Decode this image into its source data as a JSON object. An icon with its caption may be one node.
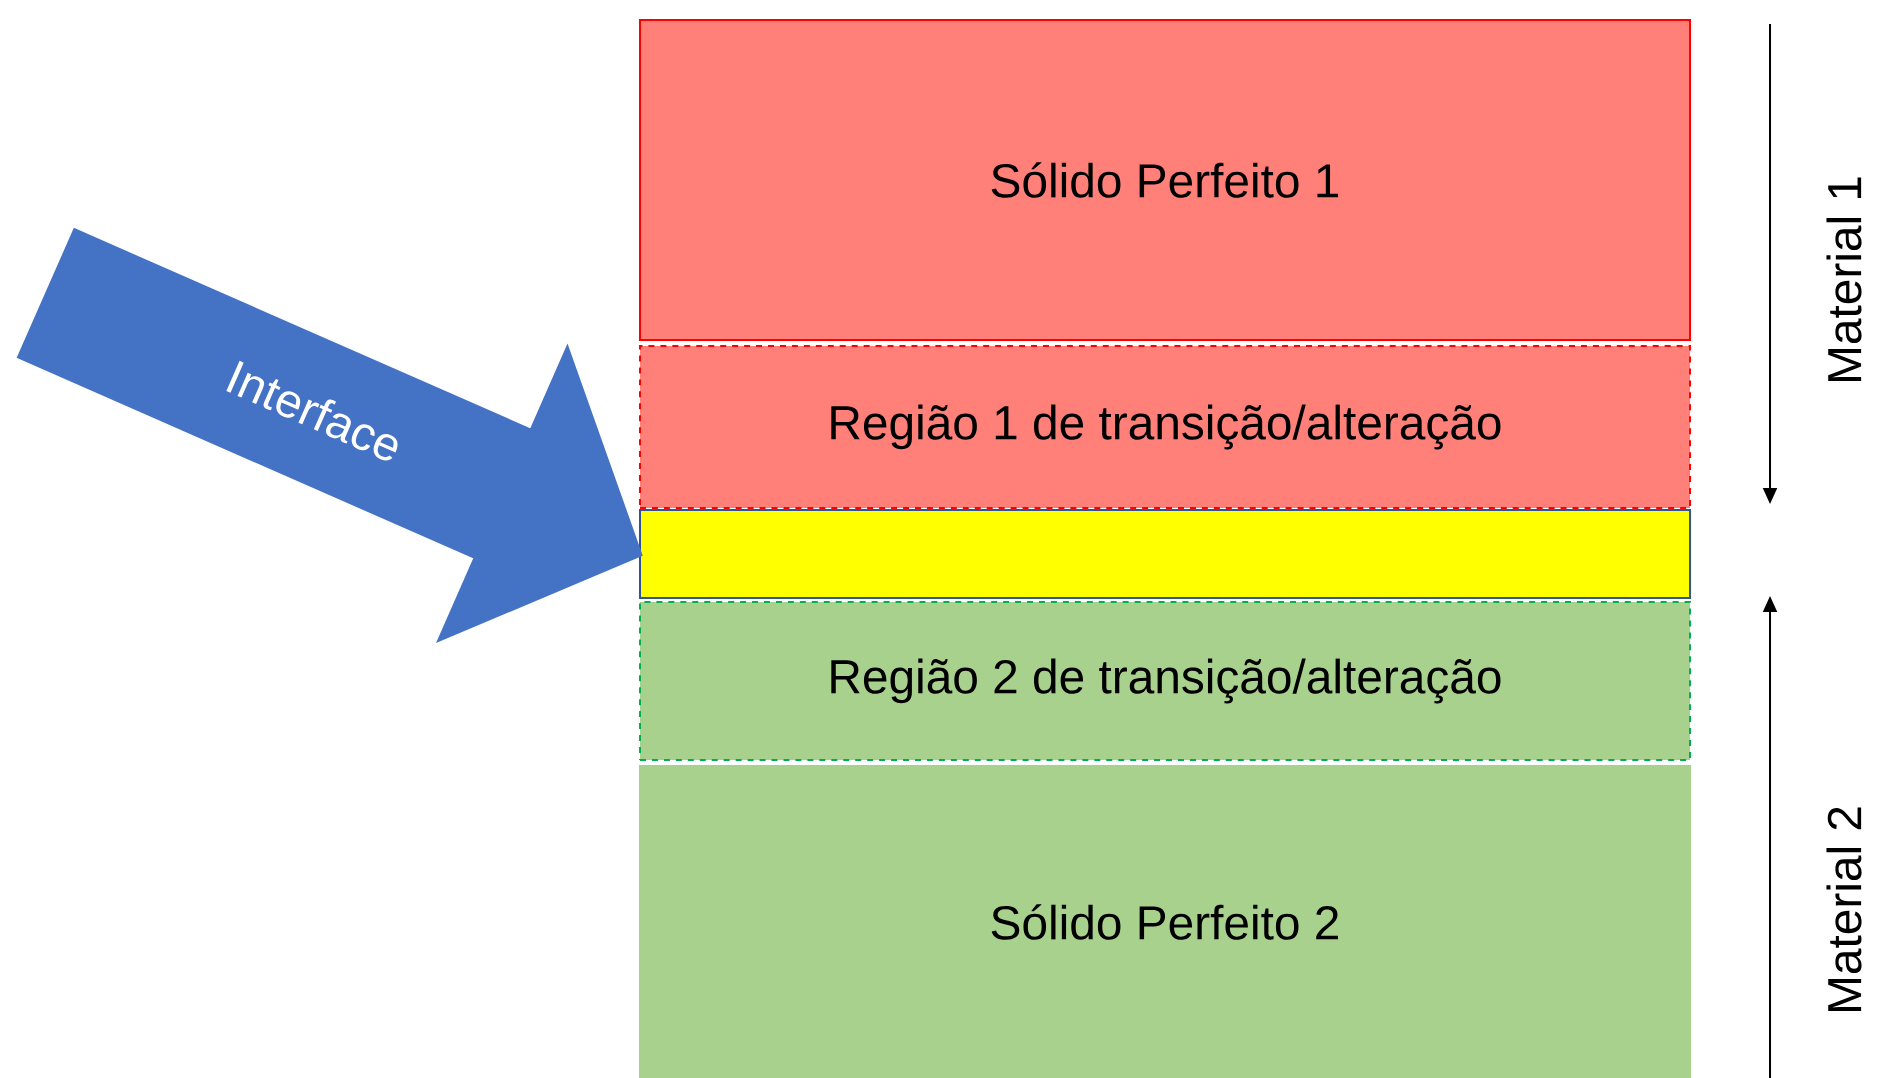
{
  "diagram": {
    "nodes": [
      {
        "text": [
          "Sólido Perfeito 1"
        ]
      },
      {
        "text": [
          "Região 1 de transição/alteração"
        ]
      },
      {
        "text": [],
        "shape": "bar"
      },
      {
        "text": [
          "Região 2 de transição/alteração"
        ]
      },
      {
        "text": [
          "Sólido Perfeito 2"
        ]
      }
    ],
    "edges": [
      {
        "from": null,
        "to": 2,
        "arrow": "to",
        "label": "Interface",
        "style": "thick",
        "color": "#4472c4"
      }
    ],
    "labels": [
      "Material 1",
      "Material 2"
    ]
  }
}
